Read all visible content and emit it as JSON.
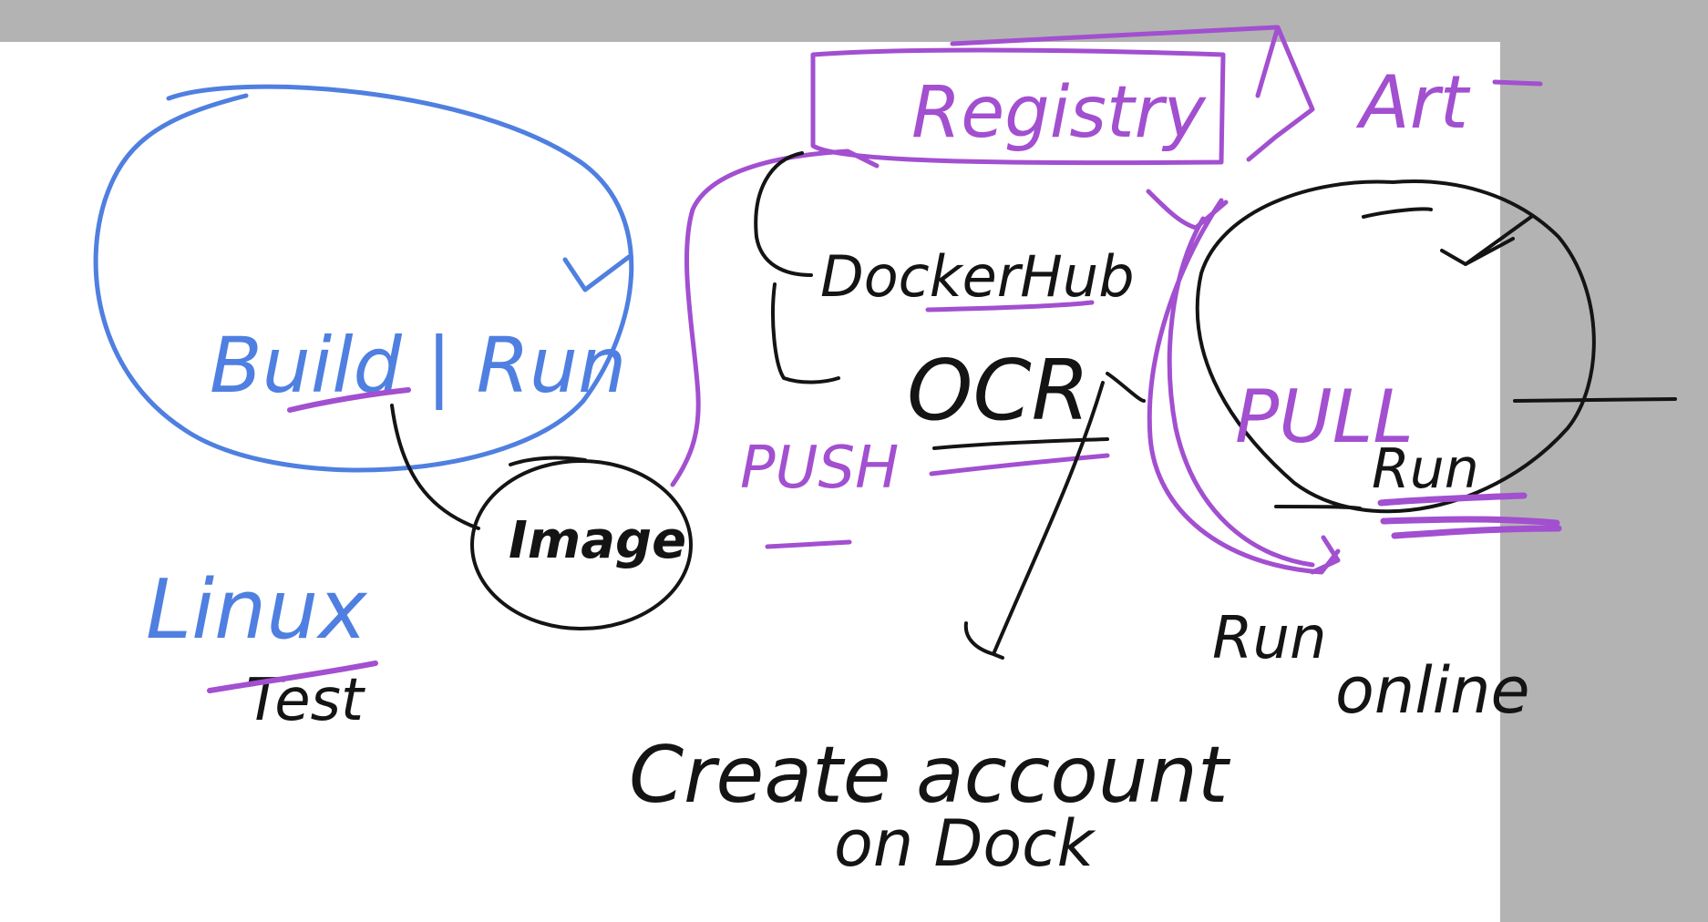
{
  "colors": {
    "blue": "#4f7fe0",
    "purple": "#a24fd0",
    "black": "#141414",
    "canvas": "#ffffff",
    "frame": "#b3b3b3"
  },
  "notes": {
    "build_run": "Build | Run",
    "linux": "Linux",
    "test": "Test",
    "image": "Image",
    "push": "PUSH",
    "registry": "Registry",
    "artifact": "Art",
    "docker_hub": "DockerHub",
    "ocr": "OCR",
    "pull": "PULL",
    "run": "Run",
    "run2": "Run",
    "online": "online",
    "create_account_line1": "Create account",
    "create_account_line2": "on Dock"
  }
}
